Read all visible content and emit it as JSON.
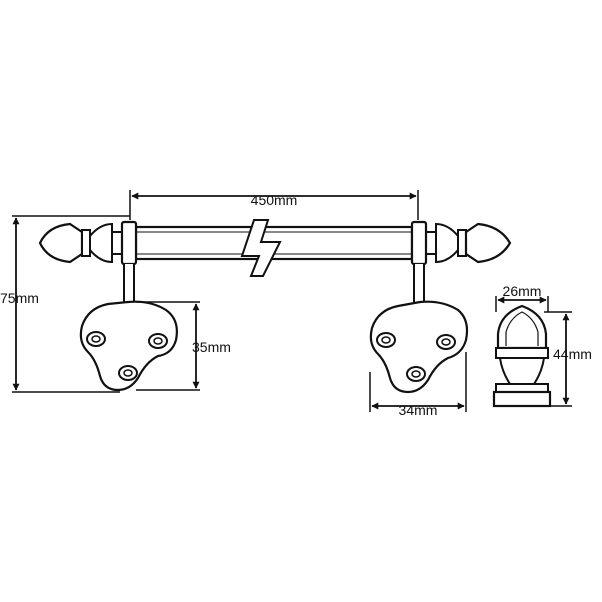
{
  "dimensions": {
    "rod_length": "450mm",
    "overall_height": "75mm",
    "bracket_height": "35mm",
    "bracket_width": "34mm",
    "finial_width": "26mm",
    "finial_height": "44mm"
  },
  "colors": {
    "ink": "#111111",
    "background": "#ffffff"
  }
}
